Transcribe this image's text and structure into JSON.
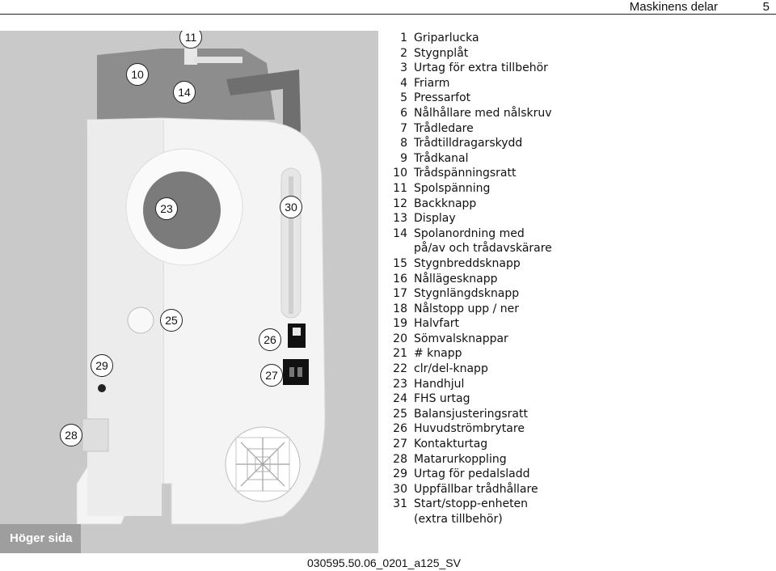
{
  "header": {
    "chapter": "Maskinens delar",
    "page": "5"
  },
  "figure": {
    "side_label": "Höger sida",
    "caption": "030595.50.06_0201_a125_SV",
    "callouts": [
      "11",
      "10",
      "14",
      "23",
      "30",
      "25",
      "26",
      "29",
      "27",
      "28"
    ]
  },
  "parts": [
    {
      "num": "1",
      "lines": [
        "Griparlucka"
      ]
    },
    {
      "num": "2",
      "lines": [
        "Stygnplåt"
      ]
    },
    {
      "num": "3",
      "lines": [
        "Urtag för extra tillbehör"
      ]
    },
    {
      "num": "4",
      "lines": [
        "Friarm"
      ]
    },
    {
      "num": "5",
      "lines": [
        "Pressarfot"
      ]
    },
    {
      "num": "6",
      "lines": [
        "Nålhållare med nålskruv"
      ]
    },
    {
      "num": "7",
      "lines": [
        "Trådledare"
      ]
    },
    {
      "num": "8",
      "lines": [
        "Trådtilldragarskydd"
      ]
    },
    {
      "num": "9",
      "lines": [
        "Trådkanal"
      ]
    },
    {
      "num": "10",
      "lines": [
        "Trådspänningsratt"
      ]
    },
    {
      "num": "11",
      "lines": [
        "Spolspänning"
      ]
    },
    {
      "num": "12",
      "lines": [
        "Backknapp"
      ]
    },
    {
      "num": "13",
      "lines": [
        "Display"
      ]
    },
    {
      "num": "14",
      "lines": [
        "Spolanordning med",
        "på/av och trådavskärare"
      ]
    },
    {
      "num": "15",
      "lines": [
        "Stygnbreddsknapp"
      ]
    },
    {
      "num": "16",
      "lines": [
        "Nållägesknapp"
      ]
    },
    {
      "num": "17",
      "lines": [
        "Stygnlängdsknapp"
      ]
    },
    {
      "num": "18",
      "lines": [
        "Nålstopp upp / ner"
      ]
    },
    {
      "num": "19",
      "lines": [
        "Halvfart"
      ]
    },
    {
      "num": "20",
      "lines": [
        "Sömvalsknappar"
      ]
    },
    {
      "num": "21",
      "lines": [
        "# knapp"
      ]
    },
    {
      "num": "22",
      "lines": [
        "clr/del-knapp"
      ]
    },
    {
      "num": "23",
      "lines": [
        "Handhjul"
      ]
    },
    {
      "num": "24",
      "lines": [
        "FHS urtag"
      ]
    },
    {
      "num": "25",
      "lines": [
        "Balansjusteringsratt"
      ]
    },
    {
      "num": "26",
      "lines": [
        "Huvudströmbrytare"
      ]
    },
    {
      "num": "27",
      "lines": [
        "Kontakturtag"
      ]
    },
    {
      "num": "28",
      "lines": [
        "Matarurkoppling"
      ]
    },
    {
      "num": "29",
      "lines": [
        "Urtag för pedalsladd"
      ]
    },
    {
      "num": "30",
      "lines": [
        "Uppfällbar trådhållare"
      ]
    },
    {
      "num": "31",
      "lines": [
        "Start/stopp-enheten",
        "(extra tillbehör)"
      ]
    }
  ]
}
